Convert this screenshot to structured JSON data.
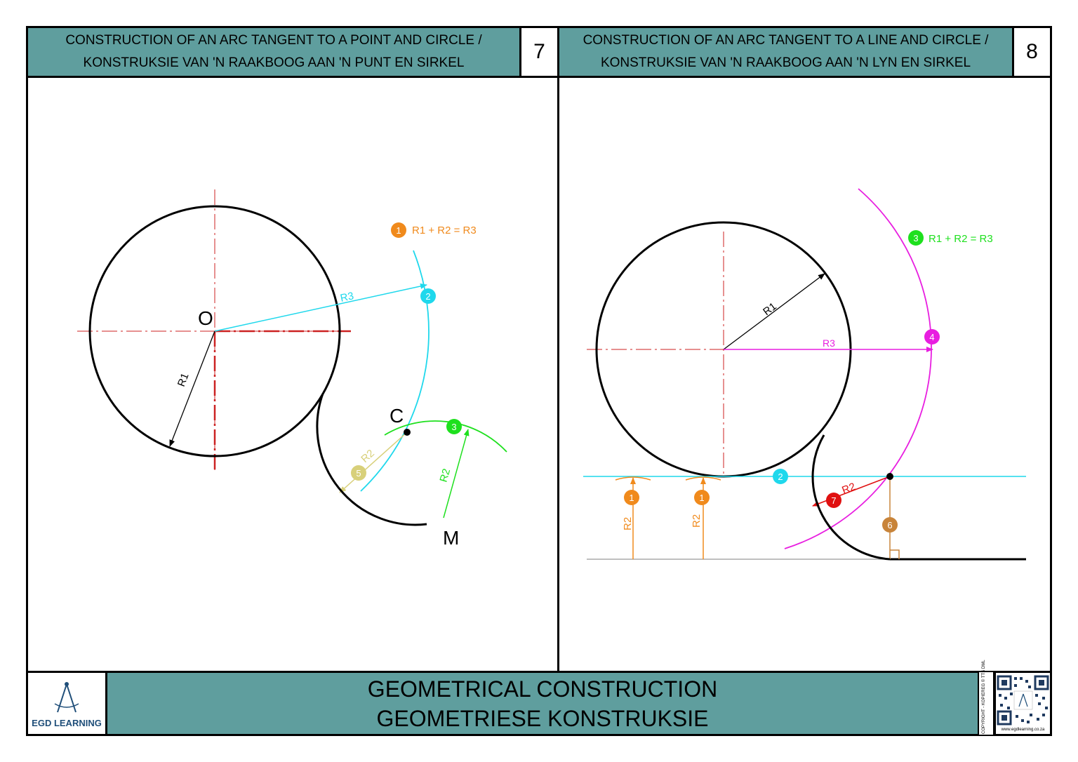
{
  "panel7": {
    "title_line1": "CONSTRUCTION OF AN ARC TANGENT TO A POINT AND CIRCLE /",
    "title_line2": "KONSTRUKSIE VAN 'N RAAKBOOG AAN 'N PUNT EN SIRKEL",
    "number": "7",
    "point_o": "O",
    "point_c": "C",
    "point_m": "M",
    "r1": "R1",
    "r2": "R2",
    "r3": "R3",
    "step1_label": "R1 + R2 = R3",
    "steps": [
      "1",
      "2",
      "3",
      "5"
    ]
  },
  "panel8": {
    "title_line1": "CONSTRUCTION OF AN ARC TANGENT TO A LINE AND CIRCLE /",
    "title_line2": "KONSTRUKSIE VAN 'N RAAKBOOG AAN 'N LYN EN SIRKEL",
    "number": "8",
    "r1": "R1",
    "r2": "R2",
    "r3": "R3",
    "step3_label": "R1 + R2 = R3",
    "steps": [
      "1",
      "1",
      "2",
      "3",
      "4",
      "6",
      "7"
    ]
  },
  "footer": {
    "title_line1": "GEOMETRICAL CONSTRUCTION",
    "title_line2": "GEOMETRIESE KONSTRUKSIE",
    "logo_text": "EGD LEARNING",
    "copyright": "COPYRIGHT - KOPIEREG © TTS DML",
    "url": "www.egdlearning.co.za"
  },
  "colors": {
    "header_bg": "#5f9e9e",
    "orange": "#f08a1c",
    "cyan": "#1fd8ec",
    "green": "#1ee01e",
    "magenta": "#e81ee0",
    "red": "#e01010",
    "brown": "#c8843a",
    "khaki": "#d8d07a",
    "center_line": "#cc2222"
  }
}
